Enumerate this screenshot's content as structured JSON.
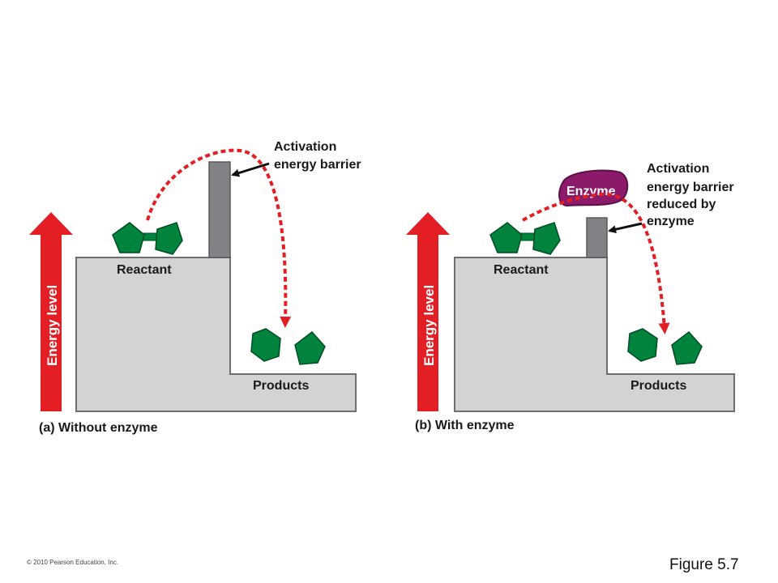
{
  "panel_a": {
    "caption": "(a) Without enzyme",
    "axis_label": "Energy level",
    "reactant_label": "Reactant",
    "products_label": "Products",
    "barrier_label_line1": "Activation",
    "barrier_label_line2": "energy barrier"
  },
  "panel_b": {
    "caption": "(b) With enzyme",
    "axis_label": "Energy level",
    "reactant_label": "Reactant",
    "products_label": "Products",
    "enzyme_label": "Enzyme",
    "barrier_label_line1": "Activation",
    "barrier_label_line2": "energy barrier",
    "barrier_label_line3": "reduced by",
    "barrier_label_line4": "enzyme"
  },
  "copyright": "© 2010 Pearson Education, Inc.",
  "figure_label": "Figure 5.7",
  "colors": {
    "arrow_red": "#e31e24",
    "molecule_green": "#00843d",
    "enzyme_purple": "#8c1a6a",
    "step_gray": "#d1d3d4",
    "barrier_gray": "#808285"
  }
}
